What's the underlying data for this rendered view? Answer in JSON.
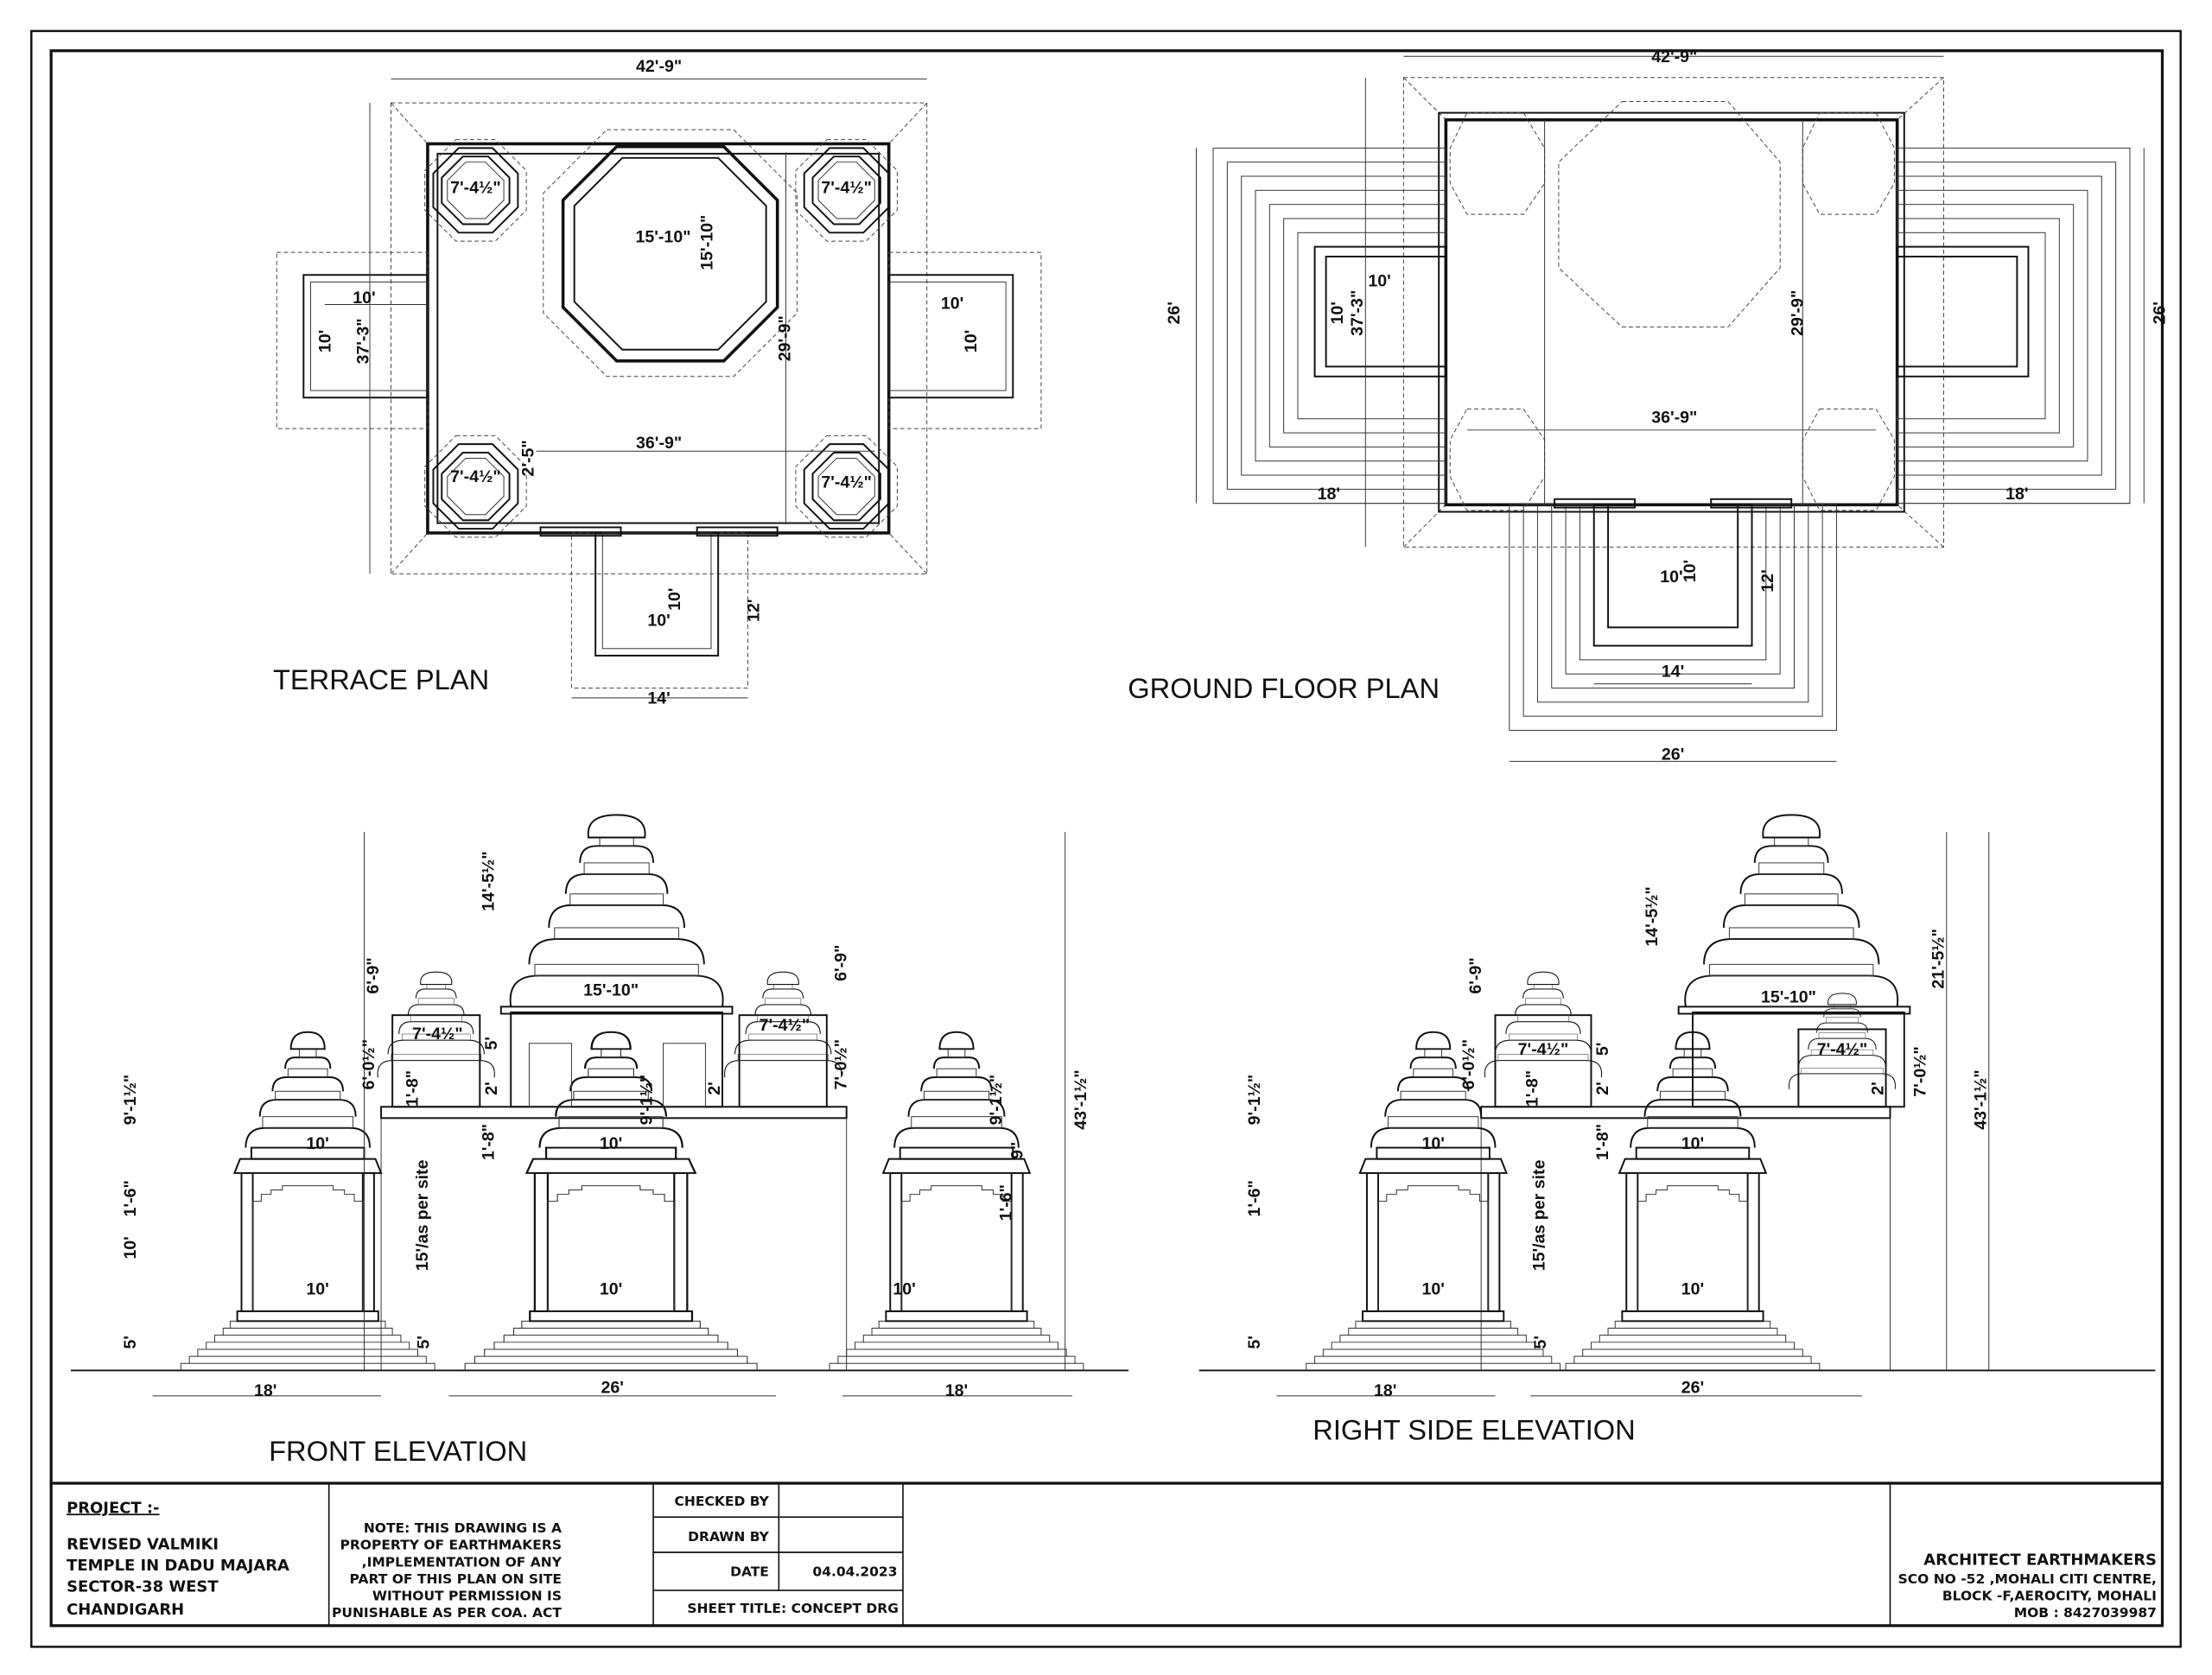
{
  "terrace_plan": {
    "title": "TERRACE PLAN",
    "overall_width": "42'-9\"",
    "corner_room": [
      "7'-4½\"",
      "7'-4½\"",
      "7'-4½\"",
      "7'-4½\""
    ],
    "sanctum_width": "15'-10\"",
    "sanctum_depth": "15'-10\"",
    "left_porch_w": "10'",
    "left_porch_d": "10'",
    "depth_total": "37'-3\"",
    "right_porch_w": "10'",
    "right_porch_d": "10'",
    "inner_depth": "29'-9\"",
    "offset": "2'-5\"",
    "inner_width": "36'-9\"",
    "front_porch_w": "10'",
    "front_porch_d": "10'",
    "front_porch_proj": "12'",
    "front_porch_outer": "14'"
  },
  "ground_floor_plan": {
    "title": "GROUND FLOOR PLAN",
    "overall_width": "42'-9\"",
    "left_depth": "26'",
    "right_depth": "26'",
    "left_porch_w": "10'",
    "left_porch_d": "10'",
    "depth_total": "37'-3\"",
    "inner_depth": "29'-9\"",
    "inner_width": "36'-9\"",
    "left_steps": "18'",
    "right_steps": "18'",
    "front_porch_w": "10'",
    "front_porch_d": "10'",
    "front_porch_proj": "12'",
    "front_porch_outer": "14'",
    "front_steps": "26'"
  },
  "front_elevation": {
    "title": "FRONT ELEVATION",
    "labels": [
      "6'-9\"",
      "6'-9\"",
      "14'-5½\"",
      "15'-10\"",
      "7'-4½\"",
      "7'-4½\"",
      "6'-0½\"",
      "7'-0½\"",
      "1'-8\"",
      "2'",
      "2'",
      "5'",
      "1'-6\"",
      "9'-1½\"",
      "9'-1½\"",
      "9'-1½\"",
      "10'",
      "10'",
      "10'",
      "10'",
      "10'",
      "10'",
      "5'",
      "5'",
      "1'-8\"",
      "15'/as per site",
      "43'-1½\"",
      "18'",
      "26'",
      "18'",
      "9\"",
      "1'-6\""
    ]
  },
  "side_elevation": {
    "title": "RIGHT SIDE ELEVATION",
    "labels": [
      "6'-9\"",
      "14'-5½\"",
      "15'-10\"",
      "7'-4½\"",
      "7'-4½\"",
      "6'-0½\"",
      "7'-0½\"",
      "1'-8\"",
      "2'",
      "2'",
      "5'",
      "1'-6\"",
      "9'-1½\"",
      "10'",
      "10'",
      "10'",
      "10'",
      "5'",
      "5'",
      "1'-8\"",
      "15'/as per site",
      "21'-5½\"",
      "43'-1½\"",
      "18'",
      "26'"
    ]
  },
  "title_block": {
    "project_heading": "PROJECT :-",
    "project_lines": [
      "REVISED VALMIKI",
      "TEMPLE IN DADU MAJARA",
      "SECTOR-38 WEST",
      "CHANDIGARH"
    ],
    "note_lines": [
      "NOTE: THIS DRAWING IS A",
      "PROPERTY OF EARTHMAKERS",
      ",IMPLEMENTATION OF ANY",
      "PART OF THIS PLAN ON SITE",
      "WITHOUT PERMISSION IS",
      "PUNISHABLE AS PER COA. ACT"
    ],
    "checked_by_label": "CHECKED BY",
    "checked_by_value": "",
    "drawn_by_label": "DRAWN BY",
    "drawn_by_value": "",
    "date_label": "DATE",
    "date_value": "04.04.2023",
    "sheet_title": "SHEET TITLE: CONCEPT DRG",
    "firm_name": "ARCHITECT EARTHMAKERS",
    "firm_address": [
      "SCO NO -52 ,MOHALI CITI CENTRE,",
      "BLOCK -F,AEROCITY, MOHALI",
      "MOB : 8427039987"
    ]
  }
}
